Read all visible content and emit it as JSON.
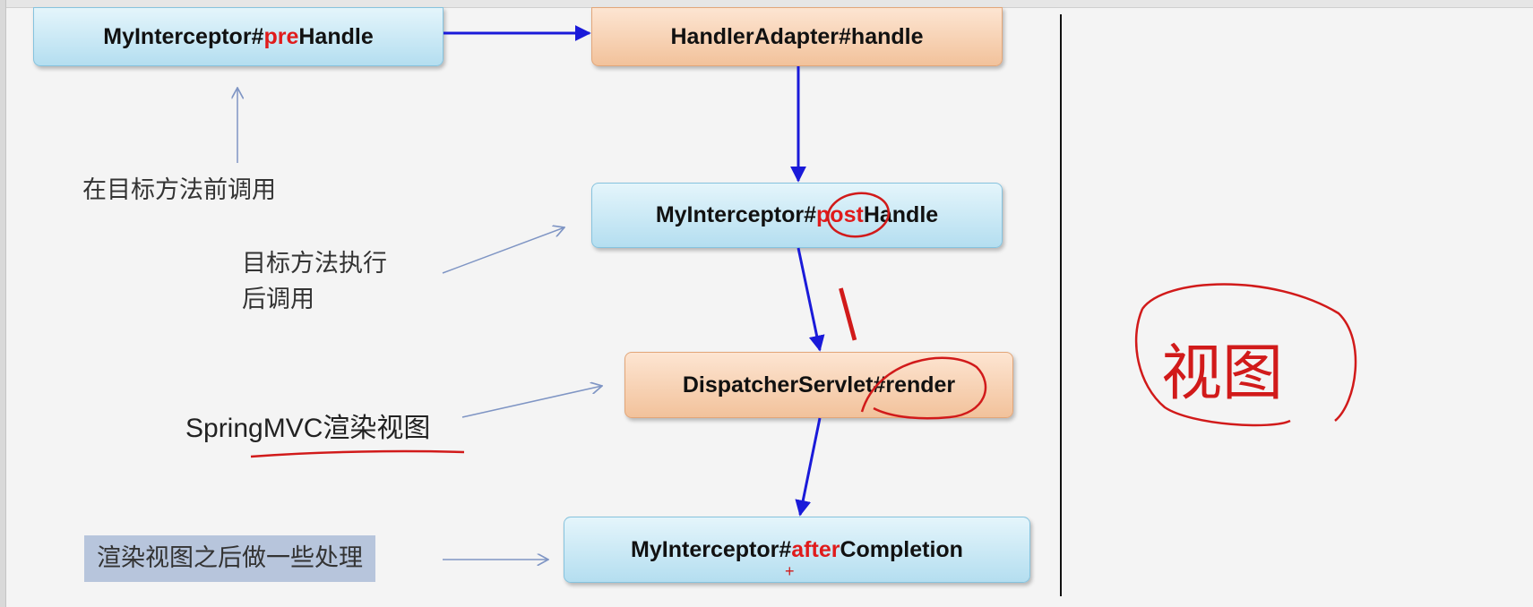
{
  "boxes": {
    "pre_handle": {
      "prefix": "MyInterceptor#",
      "highlight": "pre",
      "suffix": "Handle"
    },
    "handler_adapter": {
      "label": "HandlerAdapter#handle"
    },
    "post_handle": {
      "prefix": "MyInterceptor#",
      "highlight": "post",
      "suffix": "Handle"
    },
    "dispatcher_render": {
      "label": "DispatcherServlet#render"
    },
    "after_completion": {
      "prefix": "MyInterceptor#",
      "highlight": "after",
      "suffix": "Completion"
    }
  },
  "notes": {
    "before_target": "在目标方法前调用",
    "after_target_line1": "目标方法执行",
    "after_target_line2": "后调用",
    "render_view": "SpringMVC渲染视图",
    "after_render": "渲染视图之后做一些处理"
  },
  "handwritten": {
    "view_note": "视图",
    "stroke_mark": "|",
    "plus_mark": "+"
  },
  "colors": {
    "flow_arrow": "#1a1ad9",
    "note_arrow": "#7f95c4",
    "highlight_text": "#e01b1b",
    "annotation_ink": "#d11a1a",
    "blue_box": "#c4e6f4",
    "orange_box": "#f6d0b0"
  }
}
